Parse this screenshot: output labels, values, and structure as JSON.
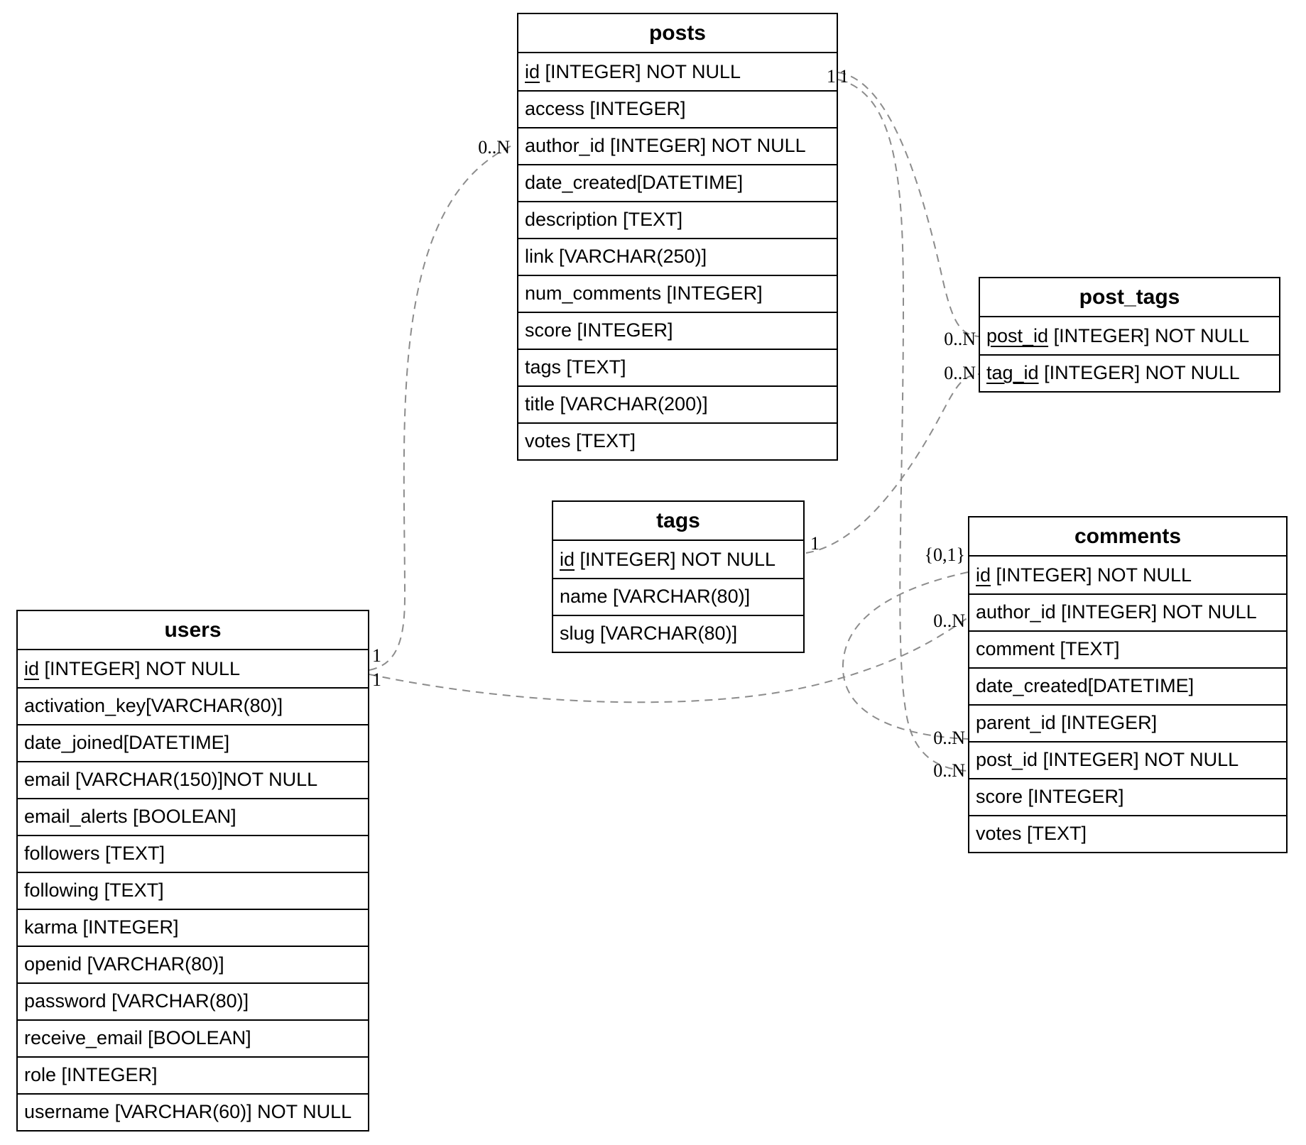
{
  "diagram": {
    "colors": {
      "border": "#000000",
      "edge": "#8c8c8c",
      "background": "#ffffff",
      "text": "#000000"
    },
    "tables": {
      "posts": {
        "title": "posts",
        "fields": [
          {
            "name": "id",
            "rest": " [INTEGER] NOT NULL",
            "pk": true
          },
          {
            "name": "access",
            "rest": " [INTEGER]"
          },
          {
            "name": "author_id",
            "rest": " [INTEGER] NOT NULL"
          },
          {
            "name": "date_created",
            "rest": "[DATETIME]"
          },
          {
            "name": "description",
            "rest": " [TEXT]"
          },
          {
            "name": "link",
            "rest": " [VARCHAR(250)]"
          },
          {
            "name": "num_comments",
            "rest": " [INTEGER]"
          },
          {
            "name": "score",
            "rest": " [INTEGER]"
          },
          {
            "name": "tags",
            "rest": " [TEXT]"
          },
          {
            "name": "title",
            "rest": " [VARCHAR(200)]"
          },
          {
            "name": "votes",
            "rest": " [TEXT]"
          }
        ]
      },
      "post_tags": {
        "title": "post_tags",
        "fields": [
          {
            "name": "post_id",
            "rest": " [INTEGER] NOT NULL",
            "pk": true
          },
          {
            "name": "tag_id",
            "rest": " [INTEGER] NOT NULL",
            "pk": true
          }
        ]
      },
      "tags": {
        "title": "tags",
        "fields": [
          {
            "name": "id",
            "rest": " [INTEGER] NOT NULL",
            "pk": true
          },
          {
            "name": "name",
            "rest": " [VARCHAR(80)]"
          },
          {
            "name": "slug",
            "rest": " [VARCHAR(80)]"
          }
        ]
      },
      "users": {
        "title": "users",
        "fields": [
          {
            "name": "id",
            "rest": " [INTEGER] NOT NULL",
            "pk": true
          },
          {
            "name": "activation_key",
            "rest": "[VARCHAR(80)]"
          },
          {
            "name": "date_joined",
            "rest": "[DATETIME]"
          },
          {
            "name": "email",
            "rest": " [VARCHAR(150)]NOT NULL"
          },
          {
            "name": "email_alerts",
            "rest": " [BOOLEAN]"
          },
          {
            "name": "followers",
            "rest": " [TEXT]"
          },
          {
            "name": "following",
            "rest": " [TEXT]"
          },
          {
            "name": "karma",
            "rest": " [INTEGER]"
          },
          {
            "name": "openid",
            "rest": " [VARCHAR(80)]"
          },
          {
            "name": "password",
            "rest": " [VARCHAR(80)]"
          },
          {
            "name": "receive_email",
            "rest": " [BOOLEAN]"
          },
          {
            "name": "role",
            "rest": " [INTEGER]"
          },
          {
            "name": "username",
            "rest": " [VARCHAR(60)] NOT NULL"
          }
        ]
      },
      "comments": {
        "title": "comments",
        "fields": [
          {
            "name": "id",
            "rest": " [INTEGER] NOT NULL",
            "pk": true
          },
          {
            "name": "author_id",
            "rest": " [INTEGER] NOT NULL"
          },
          {
            "name": "comment",
            "rest": " [TEXT]"
          },
          {
            "name": "date_created",
            "rest": "[DATETIME]"
          },
          {
            "name": "parent_id",
            "rest": " [INTEGER]"
          },
          {
            "name": "post_id",
            "rest": " [INTEGER] NOT NULL"
          },
          {
            "name": "score",
            "rest": " [INTEGER]"
          },
          {
            "name": "votes",
            "rest": " [TEXT]"
          }
        ]
      }
    },
    "cardinalities": {
      "posts_author": "0..N",
      "posts_id_left": "1",
      "posts_id_right": "1",
      "posttags_postid": "0..N",
      "posttags_tagid": "0..N",
      "tags_id": "1",
      "users_id_top": "1",
      "users_id_bottom": "1",
      "comments_id": "{0,1}",
      "comments_author": "0..N",
      "comments_parent": "0..N",
      "comments_post": "0..N"
    }
  }
}
